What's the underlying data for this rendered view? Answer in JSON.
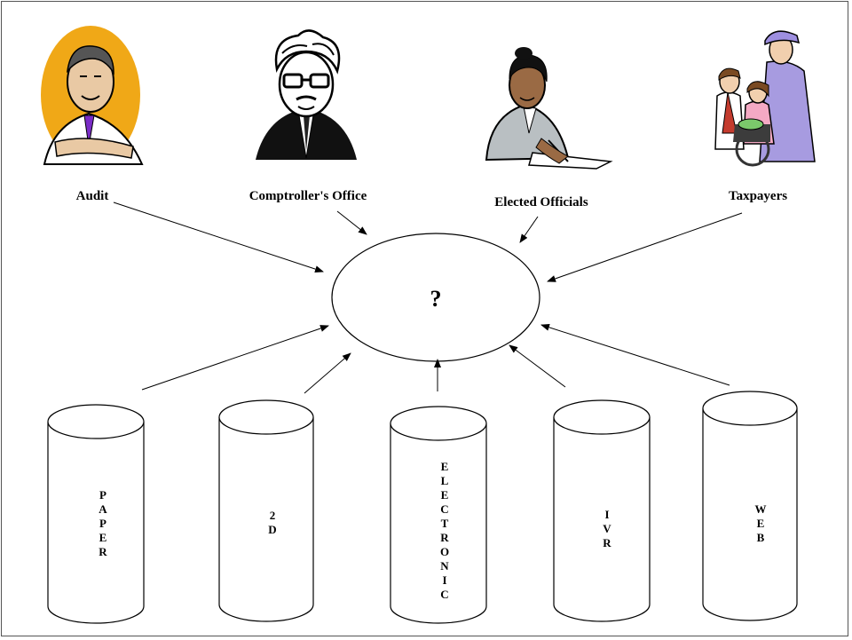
{
  "stakeholders": [
    {
      "id": "audit",
      "label": "Audit",
      "icon": "auditor-clipart-icon"
    },
    {
      "id": "comptroller",
      "label": "Comptroller's Office",
      "icon": "comptroller-clipart-icon"
    },
    {
      "id": "elected",
      "label": "Elected Officials",
      "icon": "elected-official-clipart-icon"
    },
    {
      "id": "taxpayers",
      "label": "Taxpayers",
      "icon": "taxpayers-family-clipart-icon"
    }
  ],
  "center": {
    "label": "?"
  },
  "channels": [
    {
      "id": "paper",
      "label": "PAPER"
    },
    {
      "id": "2d",
      "label": "2D"
    },
    {
      "id": "electronic",
      "label": "ELECTRONIC"
    },
    {
      "id": "ivr",
      "label": "IVR"
    },
    {
      "id": "web",
      "label": "WEB"
    }
  ]
}
